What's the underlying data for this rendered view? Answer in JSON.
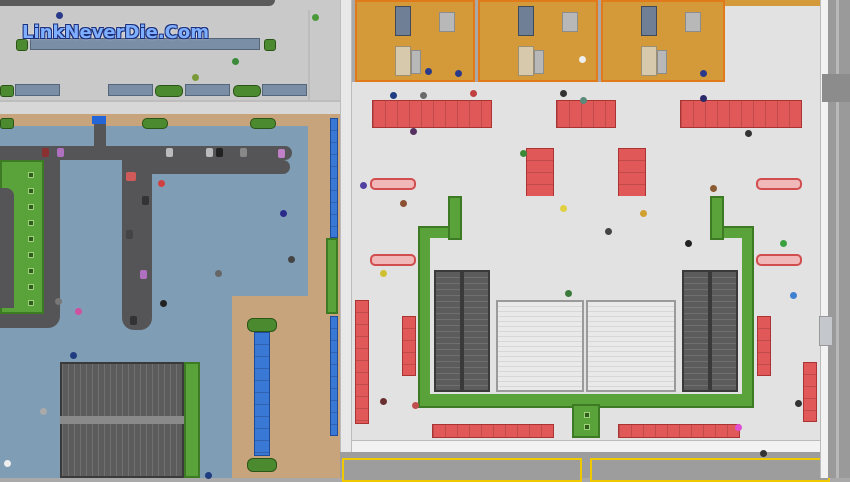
{
  "watermark": {
    "text": "LinkNeverDie.Com",
    "color": "#7fb0ff"
  },
  "scene": {
    "type": "airport-simulation-top-down",
    "zones": [
      {
        "id": "waiting-lounge-top-left",
        "floor": "gray"
      },
      {
        "id": "baggage-claim",
        "floor": "blue-gray"
      },
      {
        "id": "gate-seating",
        "floor": "tan"
      },
      {
        "id": "security-offices",
        "count": 3,
        "floor": "orange"
      },
      {
        "id": "main-terminal-hall",
        "floor": "light-gray"
      },
      {
        "id": "parking-bays",
        "count": 2,
        "outline_color": "#f0c800"
      }
    ],
    "colors": {
      "office_floor": "#d49a3a",
      "office_border": "#e07a1a",
      "hedge": "#5aa33a",
      "red_seats": "#e05858",
      "blue_benches": "#3a78d6",
      "water_floor": "#7f9db4",
      "tan_floor": "#c8a47c",
      "parking_line": "#f0c800"
    },
    "features": {
      "escalators": 4,
      "stairways": 2,
      "baggage_belts": 2,
      "info_kiosks": 4,
      "security_scanners": 3
    }
  }
}
